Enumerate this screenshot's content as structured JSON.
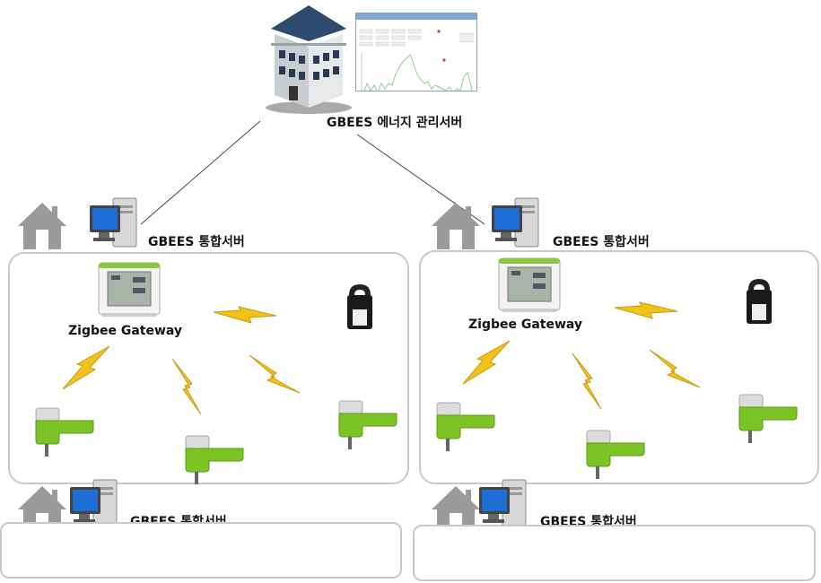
{
  "central_server": {
    "label": "GBEES 에너지 관리서버",
    "icon": "office-building-icon",
    "monitor_screenshot": "energy-monitoring-chart"
  },
  "sites": [
    {
      "server_label": "GBEES 통합서버",
      "gateway_label": "Zigbee Gateway",
      "devices": [
        "zigbee-gateway-display",
        "ct-clamp-sensor",
        "smart-plug",
        "smart-plug",
        "smart-plug"
      ]
    },
    {
      "server_label": "GBEES 통합서버",
      "gateway_label": "Zigbee Gateway",
      "devices": [
        "zigbee-gateway-display",
        "ct-clamp-sensor",
        "smart-plug",
        "smart-plug",
        "smart-plug"
      ]
    }
  ],
  "lower_sites": [
    {
      "server_label": "GBEES 통합서버"
    },
    {
      "server_label": "GBEES 통합서버"
    }
  ],
  "colors": {
    "plug_green": "#7cc425",
    "lightning": "#f2c21b",
    "panel_border": "#c9c9c9",
    "house_gray": "#9a9a9a",
    "chart_line": "#8ccf8c"
  }
}
